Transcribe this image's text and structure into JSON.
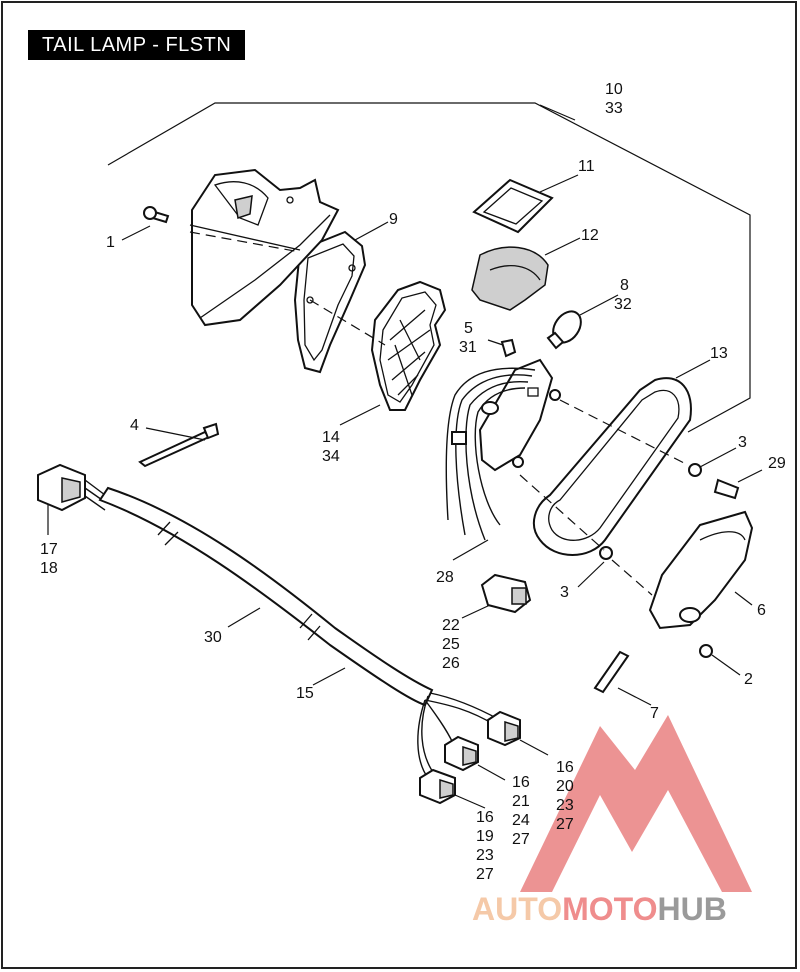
{
  "title": "TAIL LAMP - FLSTN",
  "callouts": [
    {
      "id": "c1",
      "lines": [
        "1"
      ]
    },
    {
      "id": "c2",
      "lines": [
        "2"
      ]
    },
    {
      "id": "c3a",
      "lines": [
        "3"
      ]
    },
    {
      "id": "c3b",
      "lines": [
        "3"
      ]
    },
    {
      "id": "c4",
      "lines": [
        "4"
      ]
    },
    {
      "id": "c5",
      "lines": [
        "5",
        "31"
      ]
    },
    {
      "id": "c6",
      "lines": [
        "6"
      ]
    },
    {
      "id": "c7",
      "lines": [
        "7"
      ]
    },
    {
      "id": "c8",
      "lines": [
        "8",
        "32"
      ]
    },
    {
      "id": "c9",
      "lines": [
        "9"
      ]
    },
    {
      "id": "c10",
      "lines": [
        "10",
        "33"
      ]
    },
    {
      "id": "c11",
      "lines": [
        "11"
      ]
    },
    {
      "id": "c12",
      "lines": [
        "12"
      ]
    },
    {
      "id": "c13",
      "lines": [
        "13"
      ]
    },
    {
      "id": "c14",
      "lines": [
        "14",
        "34"
      ]
    },
    {
      "id": "c15",
      "lines": [
        "15"
      ]
    },
    {
      "id": "c16a",
      "lines": [
        "16",
        "20",
        "23",
        "27"
      ]
    },
    {
      "id": "c16b",
      "lines": [
        "16",
        "21",
        "24",
        "27"
      ]
    },
    {
      "id": "c16c",
      "lines": [
        "16",
        "19",
        "23",
        "27"
      ]
    },
    {
      "id": "c17",
      "lines": [
        "17",
        "18"
      ]
    },
    {
      "id": "c22",
      "lines": [
        "22",
        "25",
        "26"
      ]
    },
    {
      "id": "c28",
      "lines": [
        "28"
      ]
    },
    {
      "id": "c29",
      "lines": [
        "29"
      ]
    },
    {
      "id": "c30",
      "lines": [
        "30"
      ]
    }
  ],
  "watermark": {
    "part1": "AUTO",
    "part2": "MOTO",
    "part3": "HUB",
    "colors": {
      "auto": "#f5c9a8",
      "moto": "#ef8d8d",
      "hub": "#9a9a9a",
      "mark": "#e98080"
    }
  }
}
